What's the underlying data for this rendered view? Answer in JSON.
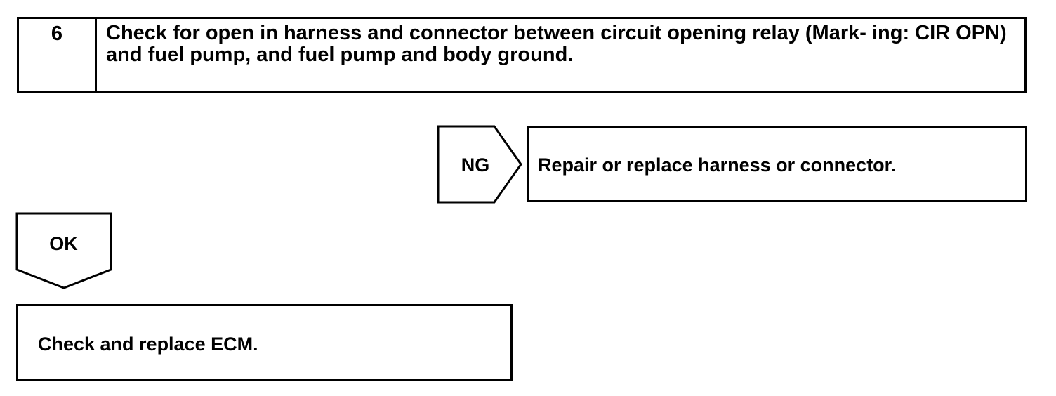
{
  "step": {
    "number": "6",
    "text": "Check for open in harness and connector between circuit opening relay (Mark- ing: CIR OPN) and fuel pump, and fuel pump and body ground."
  },
  "ng_branch": {
    "label": "NG",
    "result": "Repair or replace harness or connector."
  },
  "ok_branch": {
    "label": "OK",
    "result": "Check and replace ECM."
  },
  "colors": {
    "line": "#000000",
    "background": "#ffffff"
  }
}
